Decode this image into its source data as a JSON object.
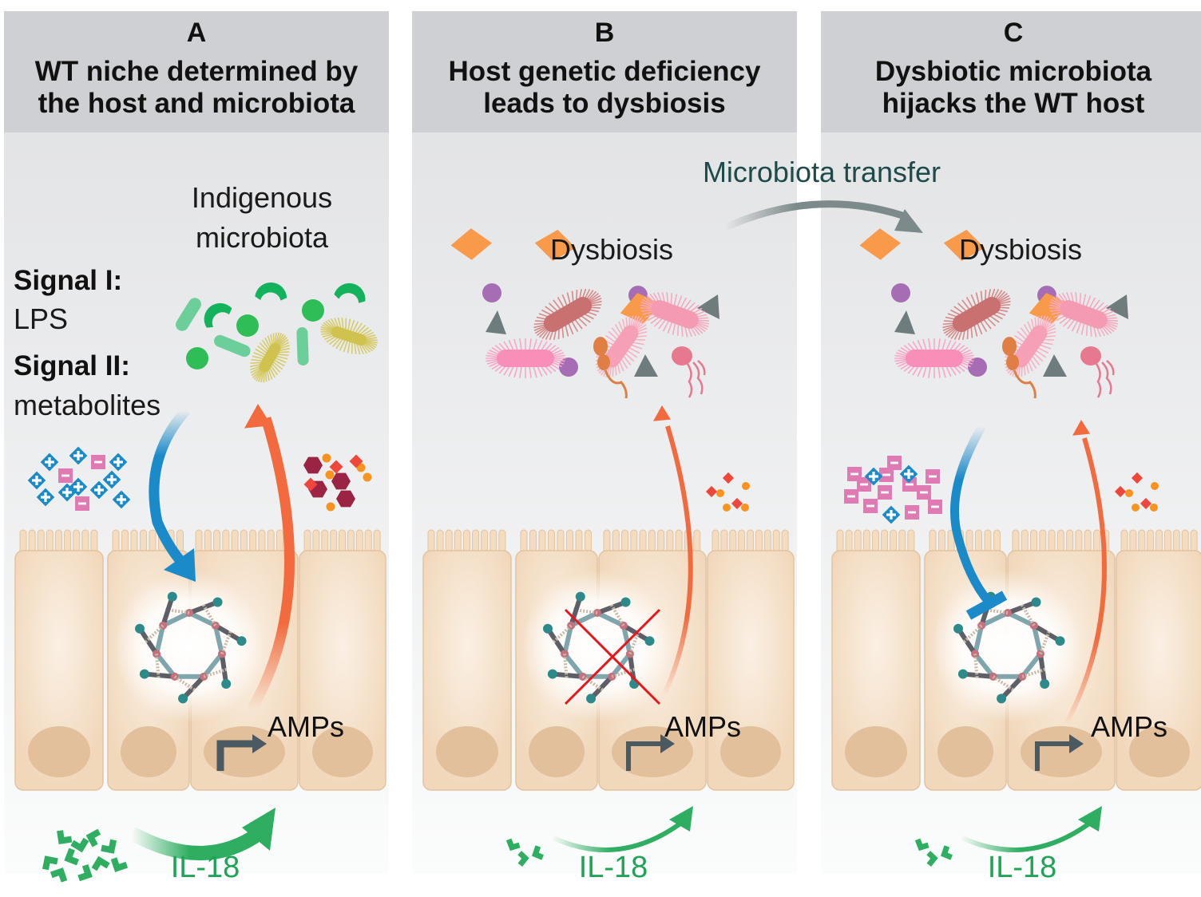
{
  "figure": {
    "panels": [
      {
        "id": "A",
        "letter": "A",
        "title_lines": [
          "WT niche determined by",
          "the host and microbiota"
        ],
        "microbiota_label_lines": [
          "Indigenous",
          "microbiota"
        ],
        "signal1_label": "Signal I:",
        "signal1_value": "LPS",
        "signal2_label": "Signal II:",
        "signal2_value": "metabolites",
        "amps_label": "AMPs",
        "il18_label": "IL-18",
        "inflammasome_state": "active",
        "signal_arrow": "activating",
        "metabolites": "plus-dominant",
        "amp_level": "high",
        "il18_level": "high"
      },
      {
        "id": "B",
        "letter": "B",
        "title_lines": [
          "Host genetic deficiency",
          "leads to dysbiosis"
        ],
        "microbiota_label_lines": [
          "Dysbiosis"
        ],
        "amps_label": "AMPs",
        "il18_label": "IL-18",
        "inflammasome_state": "deficient",
        "signal_arrow": "none",
        "metabolites": "none",
        "amp_level": "low",
        "il18_level": "low"
      },
      {
        "id": "C",
        "letter": "C",
        "title_lines": [
          "Dysbiotic microbiota",
          "hijacks the WT host"
        ],
        "microbiota_label_lines": [
          "Dysbiosis"
        ],
        "amps_label": "AMPs",
        "il18_label": "IL-18",
        "inflammasome_state": "inhibited",
        "signal_arrow": "inhibitory",
        "metabolites": "minus-dominant",
        "amp_level": "low",
        "il18_level": "low"
      }
    ],
    "transfer_label": "Microbiota transfer",
    "colors": {
      "header_bg": "#cfd0d3",
      "panel_bg_top": "#e3e4e6",
      "panel_bg_bottom": "#fafbfb",
      "cell_fill": "#f3dcc0",
      "cell_stroke": "#e3c3a0",
      "nucleus": "#e2c09c",
      "blue_arrow": "#1a8ac9",
      "orange_arrow": "#f26a3e",
      "green": "#2fae62",
      "il18_text": "#1fa356",
      "transfer_text": "#1e4a4a",
      "red_cross": "#e8161b",
      "plus_diamond": "#1a8ac9",
      "minus_square": "#e07ab3",
      "hexagon": "#9b2445",
      "orange_dot": "#f7931e",
      "red_diamond": "#f0473d"
    }
  }
}
